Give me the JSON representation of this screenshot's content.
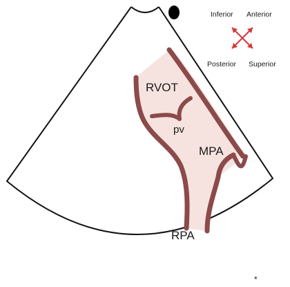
{
  "labels": {
    "rvot": "RVOT",
    "pv": "pv",
    "mpa": "MPA",
    "rpa": "RPA"
  },
  "orientation": {
    "inferior": "Inferior",
    "anterior": "Anterior",
    "posterior": "Posterior",
    "superior": "Superior"
  },
  "footnote": "*",
  "colors": {
    "wall": "#8c4a4a",
    "lumen": "#f6e3df",
    "sector_outline": "#111111",
    "arrow": "#d2383d",
    "marker": "#000000"
  }
}
